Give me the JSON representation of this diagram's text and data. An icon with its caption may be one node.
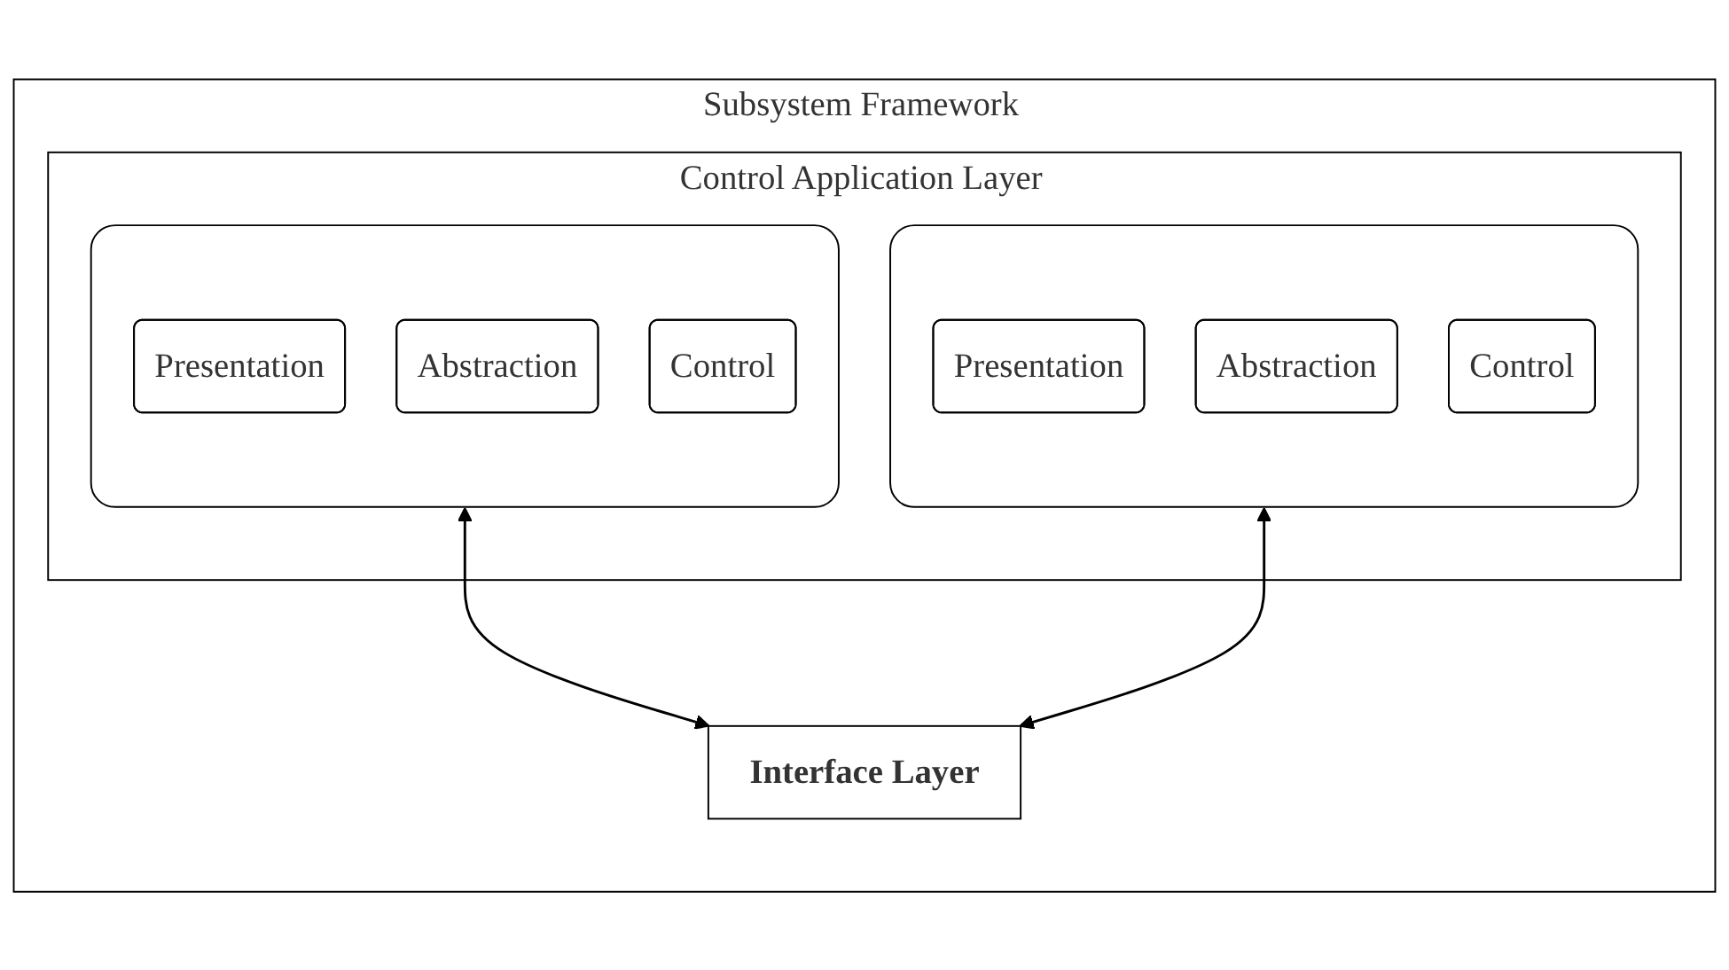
{
  "diagram": {
    "nodes": [
      {
        "text": [
          "Subsystem Framework"
        ]
      },
      {
        "text": [
          "Control Application Layer"
        ],
        "in": 0
      },
      {
        "text": [],
        "shape": "box",
        "in": 1
      },
      {
        "text": [
          "Presentation"
        ],
        "in": 2
      },
      {
        "text": [
          "Abstraction"
        ],
        "in": 2
      },
      {
        "text": [
          "Control"
        ],
        "in": 2
      },
      {
        "text": [],
        "shape": "box",
        "in": 1
      },
      {
        "text": [
          "Presentation"
        ],
        "in": 6
      },
      {
        "text": [
          "Abstraction"
        ],
        "in": 6
      },
      {
        "text": [
          "Control"
        ],
        "in": 6
      },
      {
        "text": [
          "Interface Layer"
        ],
        "in": 0
      }
    ],
    "edges": [
      {
        "from": 2,
        "to": 10,
        "arrow": "both"
      },
      {
        "from": 6,
        "to": 10,
        "arrow": "both"
      }
    ]
  }
}
